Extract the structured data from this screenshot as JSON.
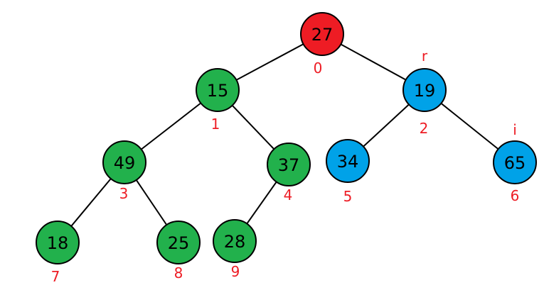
{
  "colors": {
    "root": "#ee1c24",
    "heap": "#22b14c",
    "pending": "#00a2e8",
    "label": "#ed1c24"
  },
  "nodes": [
    {
      "value": "27",
      "index": "0",
      "group": "root"
    },
    {
      "value": "15",
      "index": "1",
      "group": "heap"
    },
    {
      "value": "19",
      "index": "2",
      "group": "pending",
      "pointer": "r"
    },
    {
      "value": "49",
      "index": "3",
      "group": "heap"
    },
    {
      "value": "37",
      "index": "4",
      "group": "heap"
    },
    {
      "value": "34",
      "index": "5",
      "group": "pending"
    },
    {
      "value": "65",
      "index": "6",
      "group": "pending",
      "pointer": "i"
    },
    {
      "value": "18",
      "index": "7",
      "group": "heap"
    },
    {
      "value": "25",
      "index": "8",
      "group": "heap"
    },
    {
      "value": "28",
      "index": "9",
      "group": "heap"
    }
  ],
  "edges": [
    [
      0,
      1
    ],
    [
      0,
      2
    ],
    [
      1,
      3
    ],
    [
      1,
      4
    ],
    [
      2,
      5
    ],
    [
      2,
      6
    ],
    [
      3,
      7
    ],
    [
      3,
      8
    ],
    [
      4,
      9
    ]
  ]
}
